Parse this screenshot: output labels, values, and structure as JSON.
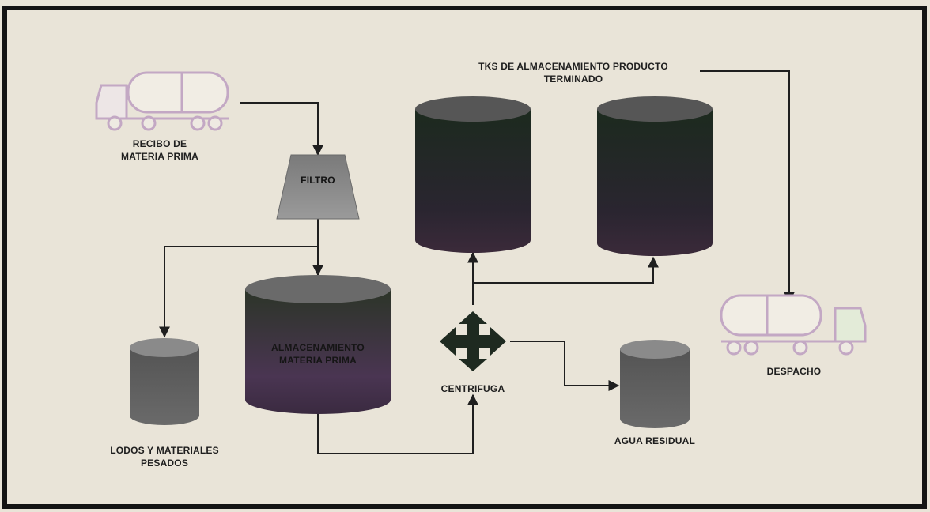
{
  "diagram": {
    "labels": {
      "recibo": "RECIBO DE\nMATERIA PRIMA",
      "filtro": "FILTRO",
      "tks": "TKS DE ALMACENAMIENTO PRODUCTO\nTERMINADO",
      "almacenamiento": "ALMACENAMIENTO\nMATERIA PRIMA",
      "lodos": "LODOS Y MATERIALES\nPESADOS",
      "centrifuga": "CENTRIFUGA",
      "agua": "AGUA RESIDUAL",
      "despacho": "DESPACHO"
    },
    "colors": {
      "background": "#e9e4d8",
      "frame": "#141414",
      "tank_dark": "#2a2a24",
      "tank_storage": "#3b2f3f",
      "tank_gray": "#5e5e5e",
      "filter": "#8a8a8a",
      "truck": "#c9b3c8"
    },
    "icons": [
      "tanker-truck-icon",
      "filter-icon",
      "centrifuge-icon",
      "tank-icon"
    ]
  }
}
